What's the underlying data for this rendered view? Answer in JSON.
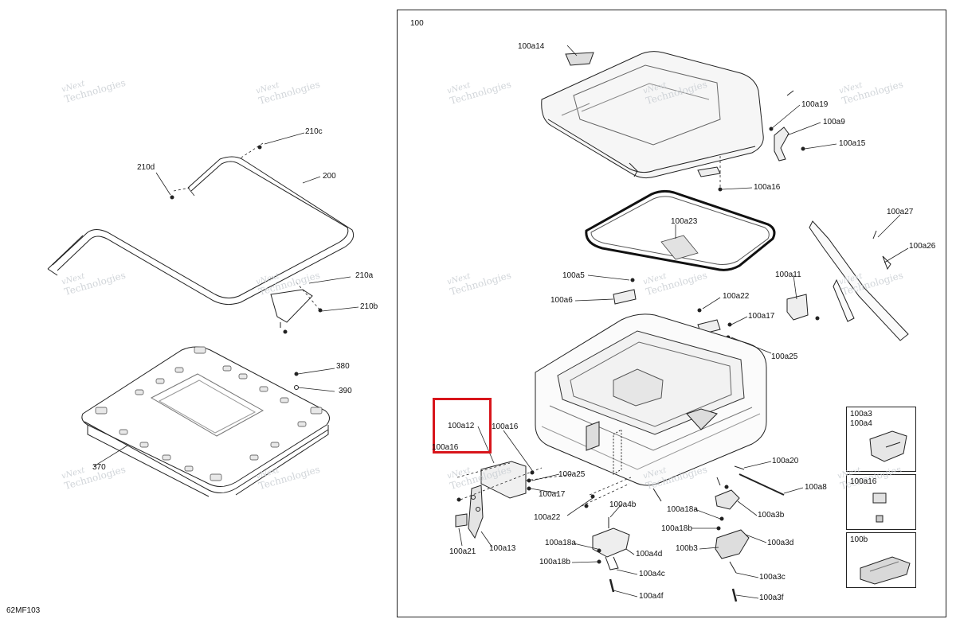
{
  "figure_code": "62MF103",
  "main_assembly_ref": "100",
  "watermark": {
    "line1": "vNext",
    "line2": "Technologies"
  },
  "callouts_left": {
    "l210c": "210c",
    "l210d": "210d",
    "l200": "200",
    "l210a": "210a",
    "l210b": "210b",
    "l380": "380",
    "l390": "390",
    "l370": "370"
  },
  "callouts_main": {
    "a14": "100a14",
    "a19": "100a19",
    "a9": "100a9",
    "a15": "100a15",
    "a16top": "100a16",
    "a23": "100a23",
    "a27": "100a27",
    "a26": "100a26",
    "a5": "100a5",
    "a6": "100a6",
    "a11": "100a11",
    "a22r": "100a22",
    "a17r": "100a17",
    "a25r": "100a25",
    "a12": "100a12",
    "a16l": "100a16",
    "a16m": "100a16",
    "a25l": "100a25",
    "a17l": "100a17",
    "a22l": "100a22",
    "a21": "100a21",
    "a13": "100a13",
    "a4b": "100a4b",
    "a18a_r": "100a18a",
    "a18b_r": "100a18b",
    "a18a_l": "100a18a",
    "a4d": "100a4d",
    "a18b_l": "100a18b",
    "a4c": "100a4c",
    "a4f": "100a4f",
    "a20": "100a20",
    "a8": "100a8",
    "a3b": "100a3b",
    "b3": "100b3",
    "a3d": "100a3d",
    "a3c": "100a3c",
    "a3f": "100a3f"
  },
  "insets": {
    "inset1_line1": "100a3",
    "inset1_line2": "100a4",
    "inset2": "100a16",
    "inset3": "100b"
  },
  "highlighted_part": "100a12",
  "highlight_color": "#d8151b"
}
